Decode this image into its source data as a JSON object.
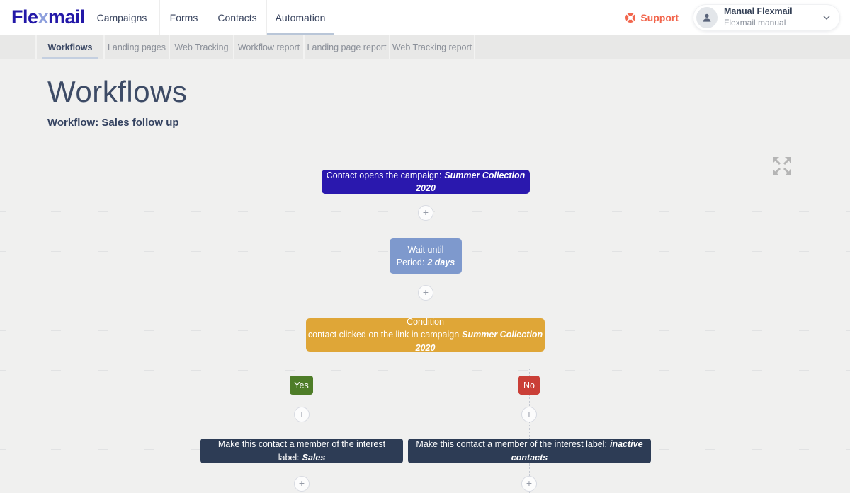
{
  "header": {
    "logo": {
      "part1": "Fle",
      "part2": "x",
      "part3": "mail"
    },
    "nav": [
      {
        "label": "Campaigns"
      },
      {
        "label": "Forms"
      },
      {
        "label": "Contacts"
      },
      {
        "label": "Automation"
      }
    ],
    "active_nav": "Automation",
    "support_label": "Support",
    "user": {
      "name": "Manual Flexmail",
      "subtitle": "Flexmail manual"
    }
  },
  "subnav": {
    "tabs": [
      {
        "label": "Workflows"
      },
      {
        "label": "Landing pages"
      },
      {
        "label": "Web Tracking"
      },
      {
        "label": "Workflow report"
      },
      {
        "label": "Landing page report"
      },
      {
        "label": "Web Tracking report"
      }
    ],
    "active_tab": "Workflows"
  },
  "page": {
    "title": "Workflows",
    "workflow_label": "Workflow: Sales follow up"
  },
  "workflow": {
    "plus_symbol": "+",
    "trigger": {
      "text": "Contact opens the campaign:",
      "highlight": "Summer Collection 2020",
      "color": "#2a18ae"
    },
    "wait": {
      "title": "Wait until",
      "period_label": "Period:",
      "period_value": "2 days",
      "color": "#7e99cd"
    },
    "condition": {
      "title": "Condition",
      "text": "contact clicked on the link in campaign",
      "highlight": "Summer Collection 2020",
      "color": "#dfa637"
    },
    "branch_yes": {
      "label": "Yes",
      "color": "#4e7d28"
    },
    "branch_no": {
      "label": "No",
      "color": "#ca3f37"
    },
    "action_left": {
      "text": "Make this contact a member of the interest label:",
      "highlight": "Sales",
      "color": "#2d3c55"
    },
    "action_right": {
      "text": "Make this contact a member of the interest label:",
      "highlight": "inactive contacts",
      "color": "#2d3c55"
    }
  }
}
